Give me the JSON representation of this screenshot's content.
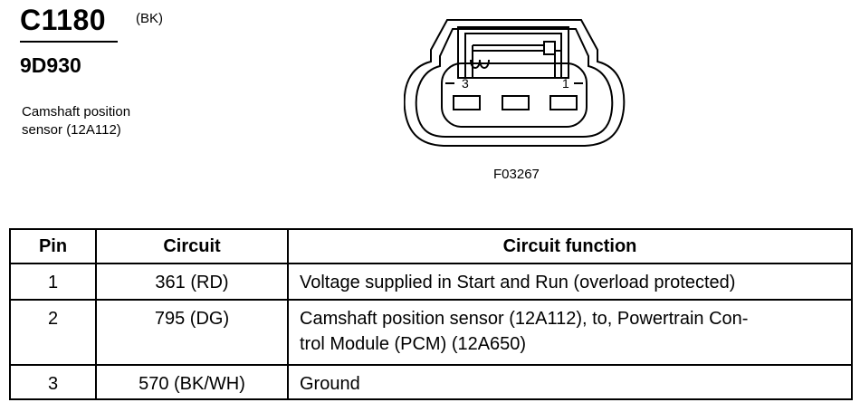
{
  "connector": {
    "id": "C1180",
    "color": "(BK)",
    "part_number": "9D930",
    "description_line1": "Camshaft position",
    "description_line2": "sensor (12A112)",
    "pin_label_left": "3",
    "pin_label_right": "1",
    "figure_id": "F03267"
  },
  "table": {
    "headers": {
      "pin": "Pin",
      "circuit": "Circuit",
      "function": "Circuit function"
    },
    "rows": [
      {
        "pin": "1",
        "circuit": "361 (RD)",
        "function_line1": "Voltage supplied in Start and Run (overload protected)",
        "function_line2": ""
      },
      {
        "pin": "2",
        "circuit": "795 (DG)",
        "function_line1": "Camshaft position sensor (12A112), to, Powertrain Con-",
        "function_line2": "trol Module (PCM) (12A650)"
      },
      {
        "pin": "3",
        "circuit": "570 (BK/WH)",
        "function_line1": "Ground",
        "function_line2": ""
      }
    ]
  }
}
